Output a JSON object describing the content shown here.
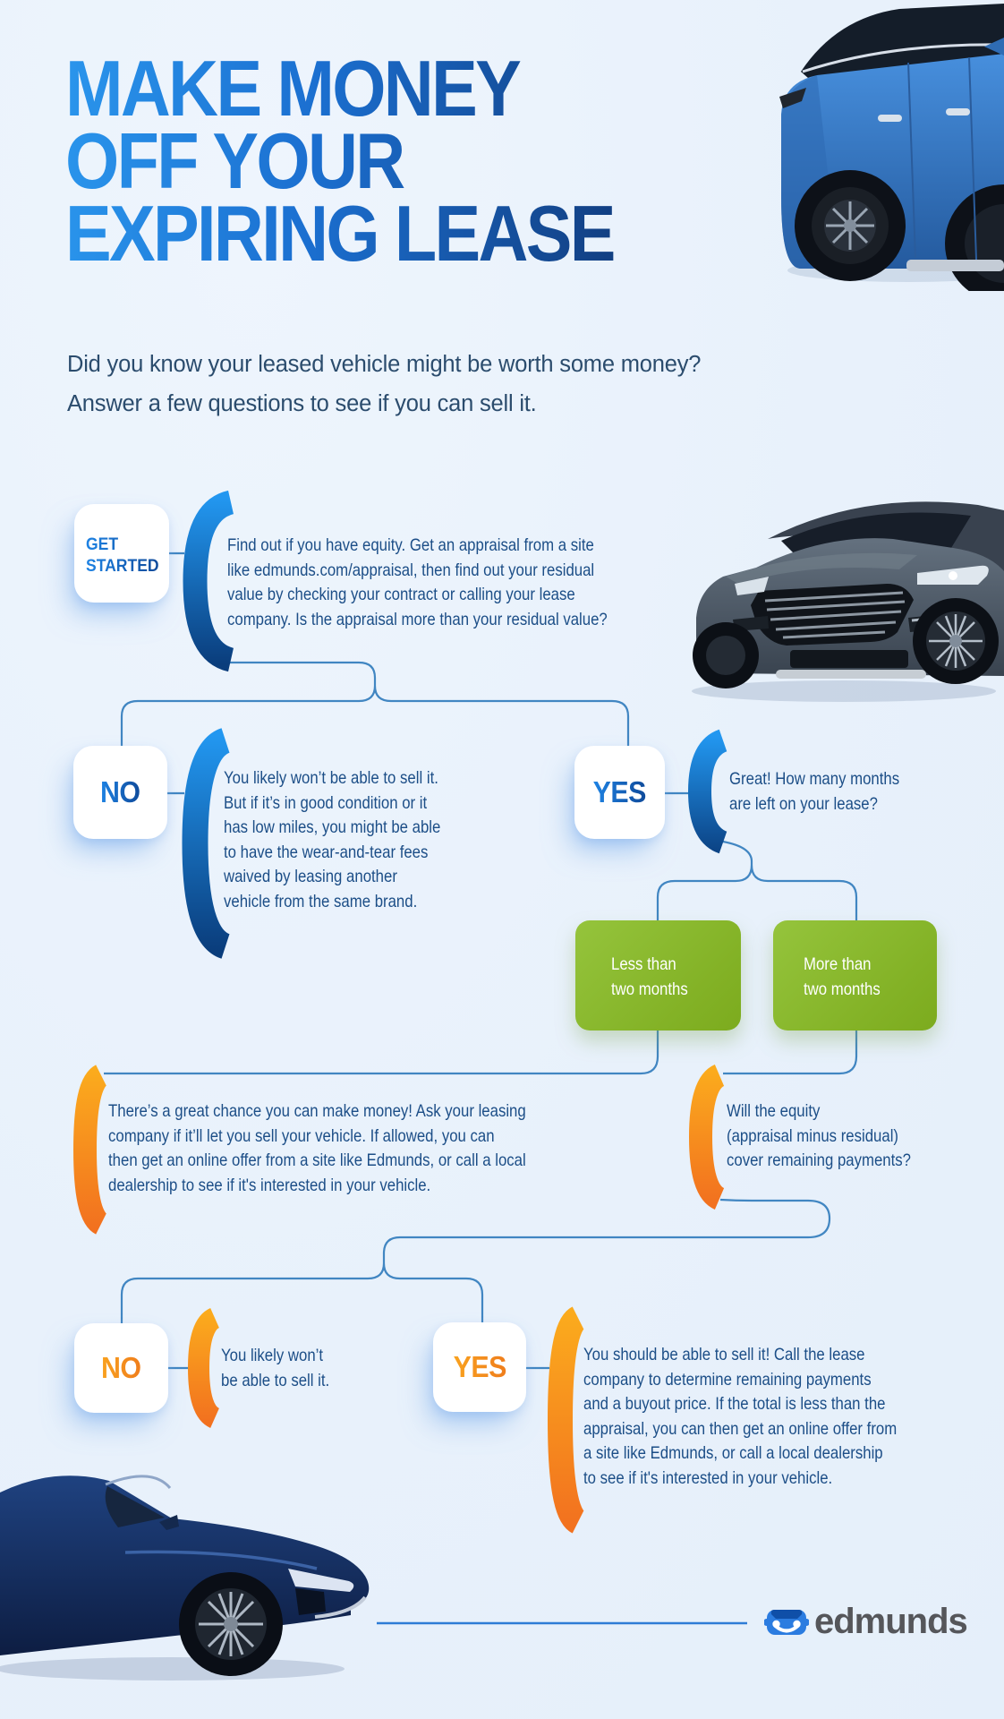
{
  "colors": {
    "background": "#e8f1fb",
    "title_gradient_from": "#2a95ec",
    "title_gradient_to": "#123f82",
    "body_text": "#1c4e87",
    "subtitle_text": "#2b4c6d",
    "bracket_blue_from": "#2297f0",
    "bracket_blue_to": "#0a3d7c",
    "bracket_orange_from": "#fbab1d",
    "bracket_orange_to": "#f2711f",
    "green_box": "#8ab92d",
    "connector_line": "#4186c2",
    "brand_gray": "#55565a",
    "brand_blue": "#2b7ce0"
  },
  "title": {
    "lines": [
      "MAKE MONEY",
      "OFF YOUR",
      "EXPIRING LEASE"
    ]
  },
  "subtitle": {
    "lines": [
      "Did you know your leased vehicle might be worth some money?",
      "Answer a few questions to see if you can sell it."
    ]
  },
  "flow": {
    "start": {
      "label_lines": [
        "GET",
        "STARTED"
      ],
      "question_lines": [
        "Find out if you have equity. Get an appraisal from a site",
        "like edmunds.com/appraisal, then find out your residual",
        "value by checking your contract or calling your lease",
        "company. Is the appraisal more than your residual value?"
      ]
    },
    "no_branch": {
      "label": "NO",
      "result_lines": [
        "You likely won’t be able to sell it.",
        "But if it’s in good condition or it",
        "has low miles, you might be able",
        "to have the wear-and-tear fees",
        "waived by leasing another",
        "vehicle from the same brand."
      ]
    },
    "yes_branch": {
      "label": "YES",
      "question_lines": [
        "Great! How many months",
        "are left on your lease?"
      ]
    },
    "less_than": {
      "label_lines": [
        "Less than",
        "two months"
      ]
    },
    "more_than": {
      "label_lines": [
        "More than",
        "two months"
      ]
    },
    "less_result": {
      "lines": [
        "There’s a great chance you can make money! Ask your leasing",
        "company if it’ll let you sell your vehicle. If allowed, you can",
        "then get an online offer from a site like Edmunds, or call a local",
        "dealership to see if it's interested in your vehicle."
      ]
    },
    "equity_question": {
      "lines": [
        "Will the equity",
        "(appraisal minus residual)",
        "cover remaining payments?"
      ]
    },
    "final_no": {
      "label": "NO",
      "result_lines": [
        "You likely won’t",
        "be able to sell it."
      ]
    },
    "final_yes": {
      "label": "YES",
      "result_lines": [
        "You should be able to sell it! Call the lease",
        "company to determine remaining payments",
        "and a buyout price. If the total is less than the",
        "appraisal, you can then get an online offer from",
        "a site like Edmunds, or call a local dealership",
        "to see if it's interested in your vehicle."
      ]
    }
  },
  "footer": {
    "brand": "edmunds"
  }
}
